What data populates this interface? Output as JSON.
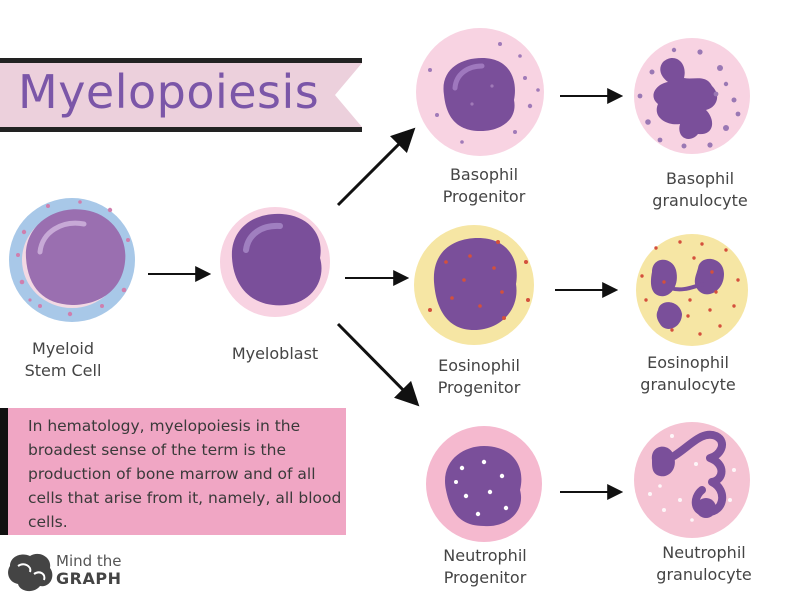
{
  "title": "Myelopoiesis",
  "cells": {
    "stem": {
      "line1": "Myeloid",
      "line2": "Stem Cell"
    },
    "myeloblast": {
      "line1": "Myeloblast"
    },
    "basophil_progenitor": {
      "line1": "Basophil",
      "line2": "Progenitor"
    },
    "eosinophil_progenitor": {
      "line1": "Eosinophil",
      "line2": "Progenitor"
    },
    "neutrophil_progenitor": {
      "line1": "Neutrophil",
      "line2": "Progenitor"
    },
    "basophil_granulocyte": {
      "line1": "Basophil",
      "line2": "granulocyte"
    },
    "eosinophil_granulocyte": {
      "line1": "Eosinophil",
      "line2": "granulocyte"
    },
    "neutrophil_granulocyte": {
      "line1": "Neutrophil",
      "line2": "granulocyte"
    }
  },
  "description": "In hematology, myelopoiesis in the broadest sense of the term is the production of bone marrow and of all cells that arise from it, namely, all blood cells.",
  "brand": {
    "line1": "Mind the",
    "line2": "GRAPH"
  },
  "colors": {
    "title_text": "#7b56a8",
    "banner_fill": "#ecd0dc",
    "description_box": "#f0a6c4",
    "nucleus": "#7a4f9a",
    "basophil_halo": "#f8d3e2",
    "eosinophil_halo": "#f6e6a4",
    "neutrophil_halo": "#f5b9cf",
    "stem_halo": "#a8c8e8"
  }
}
